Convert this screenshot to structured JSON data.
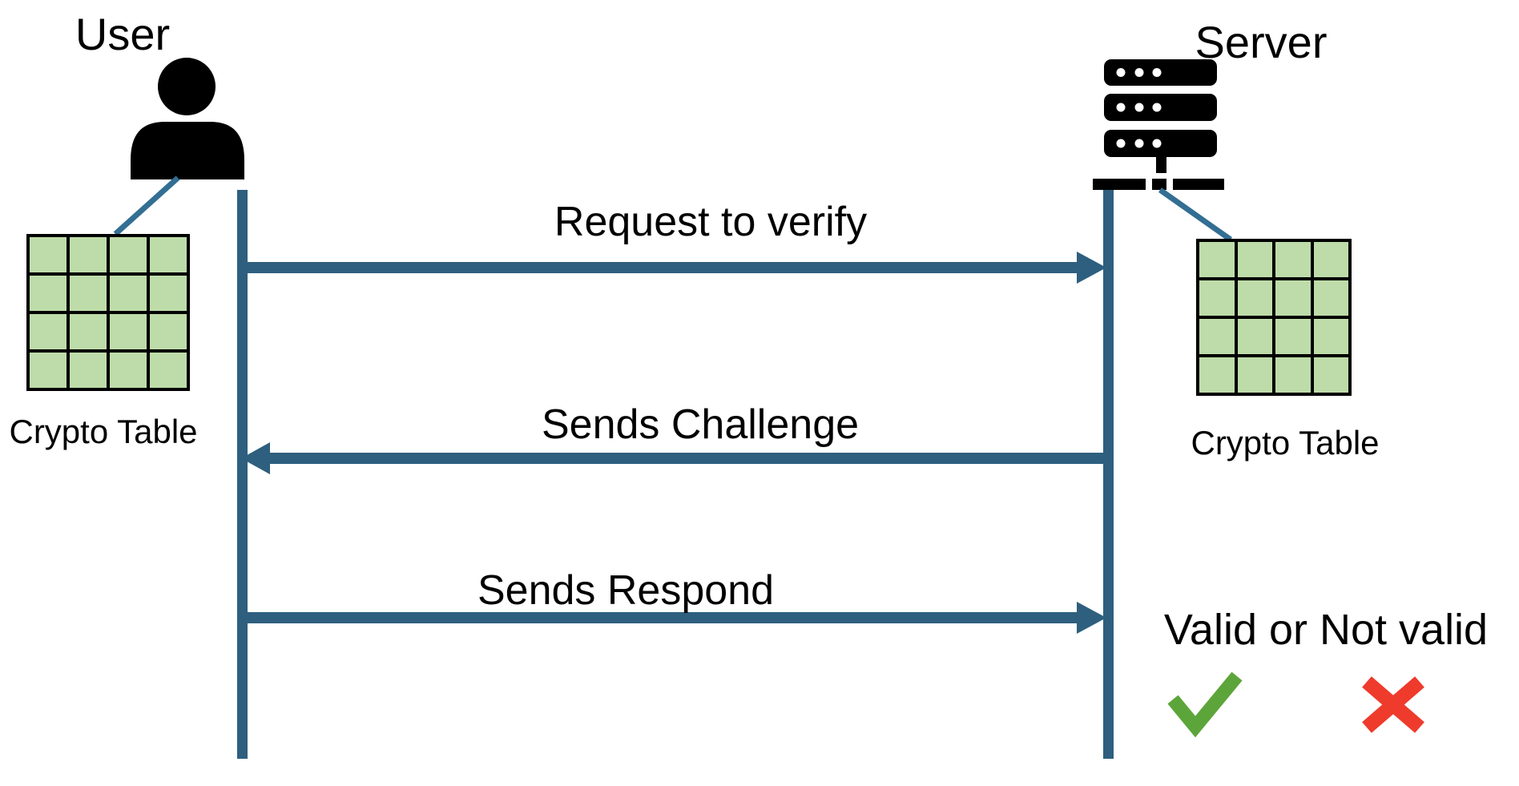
{
  "diagram": {
    "title_hint": "challenge-response verification sequence diagram",
    "actors": {
      "user": {
        "label": "User",
        "icon": "person-icon",
        "table_label": "Crypto Table"
      },
      "server": {
        "label": "Server",
        "icon": "server-icon",
        "table_label": "Crypto Table"
      }
    },
    "crypto_table": {
      "rows": 4,
      "cols": 4,
      "cell_color": "#BEDCA9",
      "border_color": "#000000"
    },
    "messages": [
      {
        "label": "Request to verify",
        "from": "user",
        "to": "server"
      },
      {
        "label": "Sends Challenge",
        "from": "server",
        "to": "user"
      },
      {
        "label": "Sends Respond",
        "from": "user",
        "to": "server"
      }
    ],
    "result": {
      "label": "Valid or Not valid",
      "valid_icon": "check-icon",
      "invalid_icon": "x-icon"
    },
    "colors": {
      "line_blue": "#2E5F7E",
      "connector_blue": "#336E93",
      "table_green": "#BEDCA9",
      "check_green": "#5CA53A",
      "cross_red": "#EE3B2C",
      "icon_black": "#000000"
    }
  }
}
